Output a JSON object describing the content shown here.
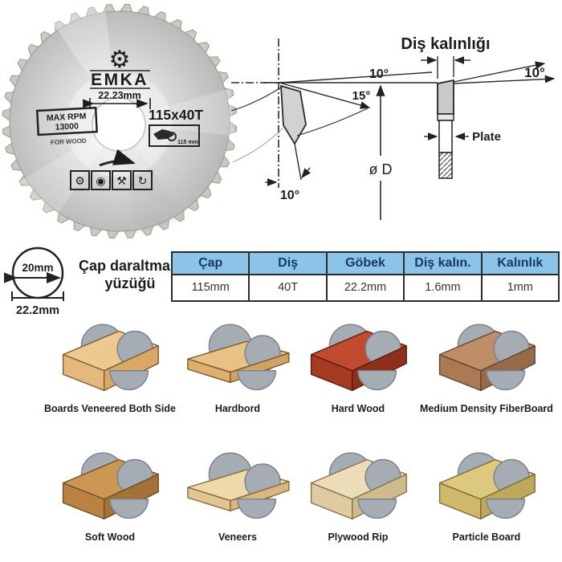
{
  "blade": {
    "brand": "EMKA",
    "bore_dimension": "22.23mm",
    "size": "115x40T",
    "max_rpm_label": "MAX RPM",
    "max_rpm_value": "13000",
    "material_note": "FOR WOOD",
    "disc_box_label": "115 mm",
    "gear_glyph": "⚙",
    "app_icons": [
      {
        "name": "blade-icon",
        "glyph": "⚙"
      },
      {
        "name": "grinder-icon",
        "glyph": "◉"
      },
      {
        "name": "tools-icon",
        "glyph": "⚒"
      },
      {
        "name": "rotation-icon",
        "glyph": "↻"
      }
    ]
  },
  "diagram": {
    "title": "Diş kalınlığı",
    "hook_angle": "10°",
    "top_clearance_angle": "15°",
    "side_clearance_angle": "10°",
    "right_bevel_angle": "10°",
    "diameter_label": "ø D",
    "plate_label": "Plate"
  },
  "reducer_ring": {
    "inner_diameter": "20mm",
    "outer_diameter": "22.2mm",
    "caption_line1": "Çap daraltma",
    "caption_line2": "yüzüğü"
  },
  "spec_table": {
    "header_bg": "#8cc3e9",
    "header_text_color": "#173a60",
    "columns": [
      {
        "header": "Çap",
        "value": "115mm"
      },
      {
        "header": "Diş",
        "value": "40T"
      },
      {
        "header": "Göbek",
        "value": "22.2mm"
      },
      {
        "header": "Diş kalın.",
        "value": "1.6mm"
      },
      {
        "header": "Kalınlık",
        "value": "1mm"
      }
    ]
  },
  "materials": {
    "items": [
      {
        "label": "Boards Veneered Both Side",
        "shape": "thick",
        "colors": {
          "top": "#eec98f",
          "front": "#e5b97c",
          "side": "#d8a867",
          "stroke": "#7a5830"
        }
      },
      {
        "label": "Hardbord",
        "shape": "thin",
        "colors": {
          "top": "#e8c184",
          "front": "#ddb06f",
          "side": "#d0a263",
          "stroke": "#7a5830"
        }
      },
      {
        "label": "Hard Wood",
        "shape": "thick",
        "colors": {
          "top": "#c14b2e",
          "front": "#a63a22",
          "side": "#8e2f1c",
          "stroke": "#571c10"
        }
      },
      {
        "label": "Medium Density FiberBoard",
        "shape": "thick",
        "colors": {
          "top": "#bf8d66",
          "front": "#aa7a55",
          "side": "#976a49",
          "stroke": "#5f452e"
        }
      },
      {
        "label": "Soft Wood",
        "shape": "thick",
        "colors": {
          "top": "#cc9753",
          "front": "#b98142",
          "side": "#a37238",
          "stroke": "#6d4e24"
        }
      },
      {
        "label": "Veneers",
        "shape": "thin",
        "colors": {
          "top": "#eed9a9",
          "front": "#e2c68f",
          "side": "#d5b87e",
          "stroke": "#86693c"
        }
      },
      {
        "label": "Plywood Rip",
        "shape": "thick",
        "colors": {
          "top": "#ecdcb8",
          "front": "#dfcba2",
          "side": "#cfba8e",
          "stroke": "#85704a"
        }
      },
      {
        "label": "Particle Board",
        "shape": "thick",
        "colors": {
          "top": "#dcc97d",
          "front": "#cdb969",
          "side": "#bea85b",
          "stroke": "#7c6a34"
        }
      }
    ]
  }
}
